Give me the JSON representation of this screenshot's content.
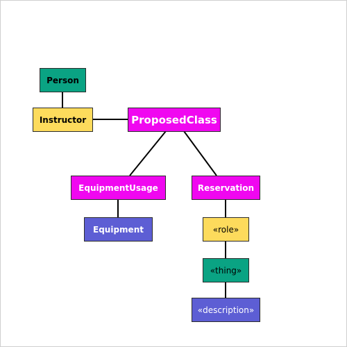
{
  "colors": {
    "teal": "#0aa383",
    "yellow": "#fddb5c",
    "magenta": "#f007f0",
    "indigo": "#5d5ed4",
    "line": "#000000"
  },
  "nodes": {
    "person": "Person",
    "instructor": "Instructor",
    "proposed_class": "ProposedClass",
    "equipment_usage": "EquipmentUsage",
    "reservation": "Reservation",
    "equipment": "Equipment",
    "role": "«role»",
    "thing": "«thing»",
    "description": "«description»"
  }
}
